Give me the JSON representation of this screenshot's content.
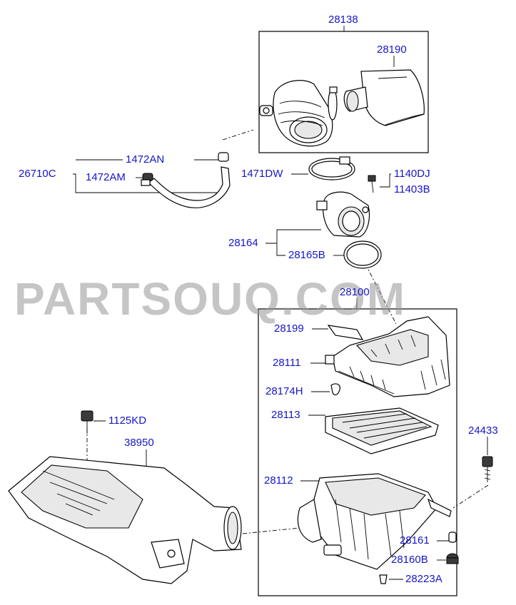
{
  "watermark": "PARTSOUQ.COM",
  "colors": {
    "label": "#1616c8",
    "line": "#000000",
    "watermark": "#969696"
  },
  "labels": {
    "p28138": "28138",
    "p28190": "28190",
    "p1472AN": "1472AN",
    "p26710C": "26710C",
    "p1472AM": "1472AM",
    "p1471DW": "1471DW",
    "p1140DJ": "1140DJ",
    "p11403B": "11403B",
    "p28164": "28164",
    "p28165B": "28165B",
    "p28100": "28100",
    "p28199": "28199",
    "p28111": "28111",
    "p28174H": "28174H",
    "p28113": "28113",
    "p1125KD": "1125KD",
    "p38950": "38950",
    "p24433": "24433",
    "p28112": "28112",
    "p28161": "28161",
    "p28160B": "28160B",
    "p28223A": "28223A"
  }
}
